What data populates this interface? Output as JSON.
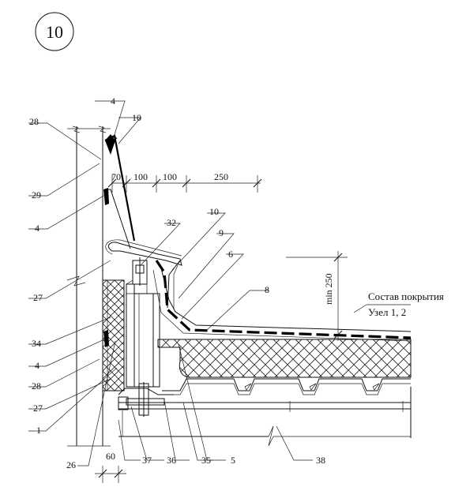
{
  "detail_number": "10",
  "callouts": {
    "c4_top": "4",
    "c10_top": "10",
    "c28_top": "28",
    "c29": "29",
    "c4_mid": "4",
    "c32": "32",
    "c10_mid": "10",
    "c9": "9",
    "c6": "6",
    "c27_top": "27",
    "c8": "8",
    "c34": "34",
    "c4_low": "4",
    "c28_low": "28",
    "c27_low": "27",
    "c1": "1",
    "c26": "26",
    "c37": "37",
    "c36": "36",
    "c35": "35",
    "c5": "5",
    "c38": "38"
  },
  "dimensions": {
    "d70": "70",
    "d100a": "100",
    "d100b": "100",
    "d250": "250",
    "min250": "min 250",
    "d60": "60"
  },
  "note": {
    "line1": "Состав покрытия",
    "line2": "Узел 1, 2"
  }
}
